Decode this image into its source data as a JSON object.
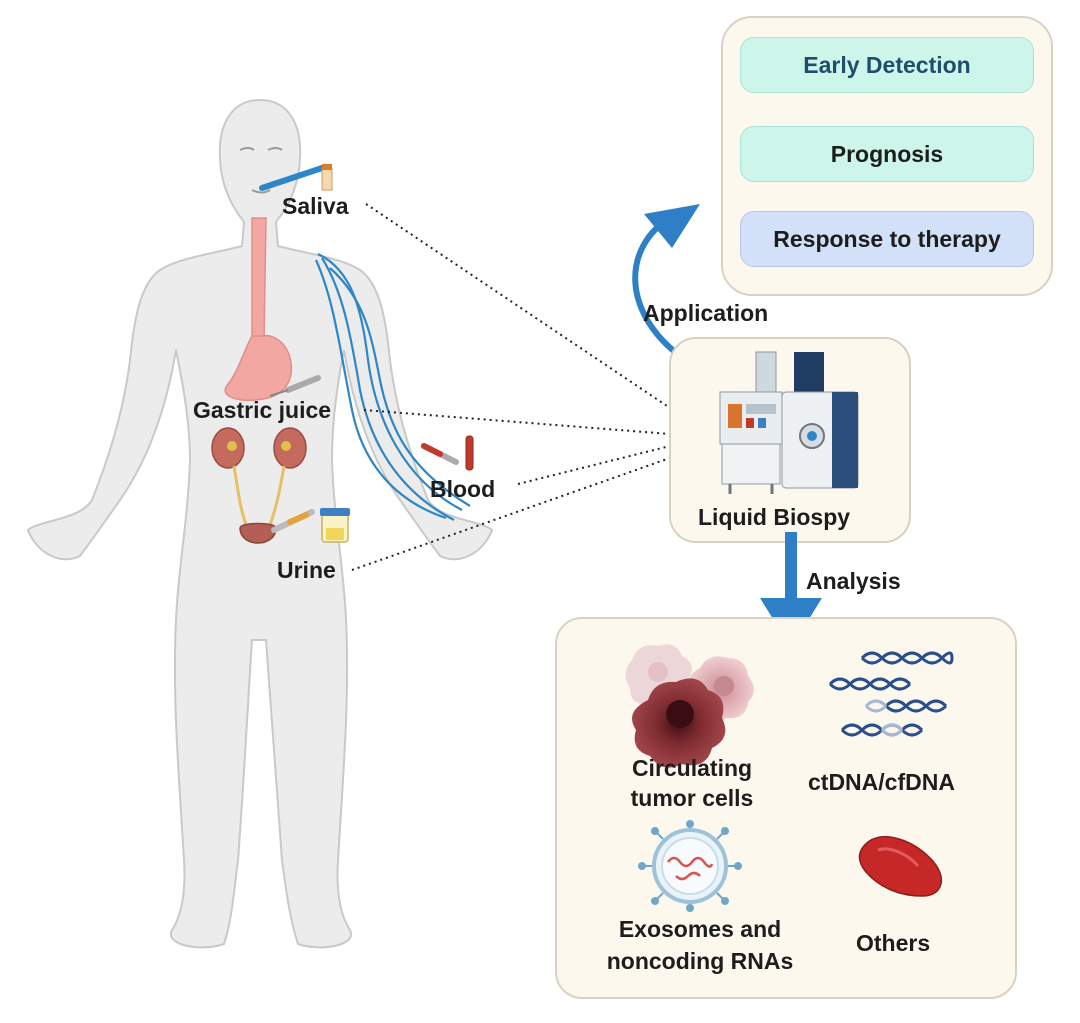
{
  "body_labels": {
    "saliva": "Saliva",
    "gastric_juice": "Gastric juice",
    "blood": "Blood",
    "urine": "Urine"
  },
  "application": {
    "label": "Application",
    "items": [
      "Early Detection",
      "Prognosis",
      "Response to therapy"
    ]
  },
  "liquid_biopsy": {
    "label": "Liquid Biospy"
  },
  "analysis": {
    "label": "Analysis",
    "ctc": [
      "Circulating",
      "tumor cells"
    ],
    "ctdna": "ctDNA/cfDNA",
    "exosomes": [
      "Exosomes and",
      "noncoding RNAs"
    ],
    "others": "Others"
  },
  "colors": {
    "arrow": "#2f7fc7",
    "panel_fill": "#fdf8ee",
    "panel_border": "#d9d2c4",
    "pill_green": "#cdf5ea",
    "pill_blue": "#d2e1f7",
    "body_skin": "#ececec",
    "vein": "#2f86c6",
    "esophagus": "#f2a7a2"
  }
}
